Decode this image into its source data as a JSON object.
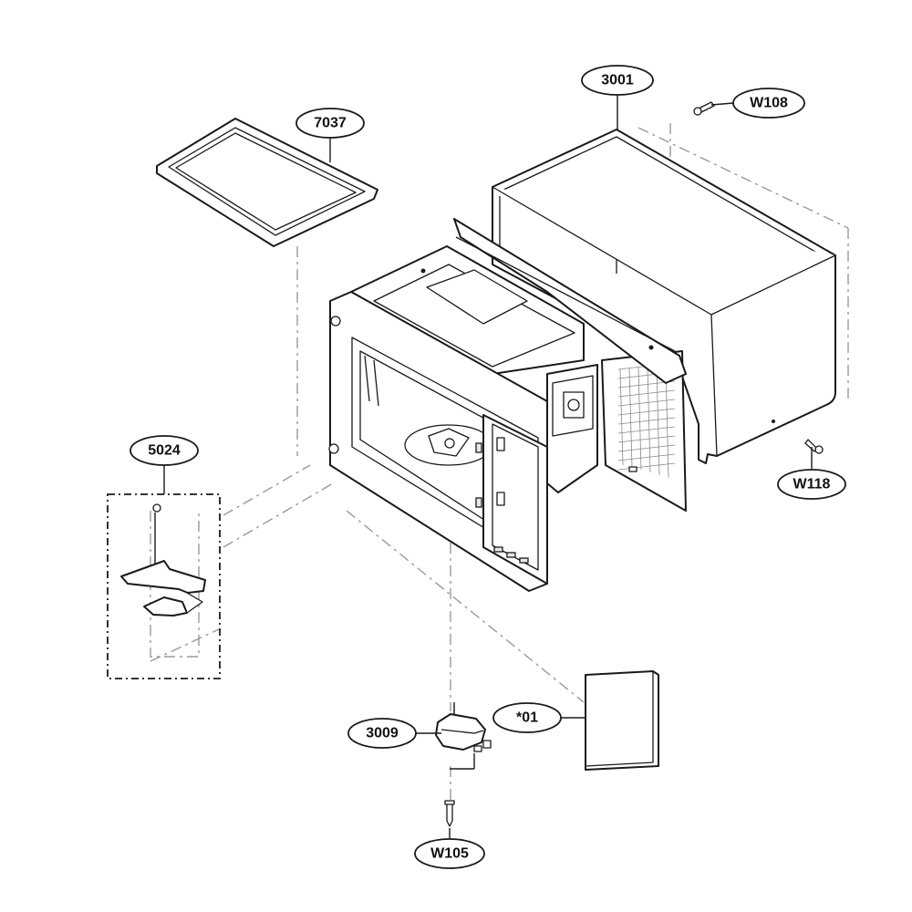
{
  "diagram": {
    "callouts": [
      {
        "id": "3001",
        "label": "3001",
        "part": "outer-cabinet"
      },
      {
        "id": "W108",
        "label": "W108",
        "part": "screw"
      },
      {
        "id": "7037",
        "label": "7037",
        "part": "glass-tray"
      },
      {
        "id": "5024",
        "label": "5024",
        "part": "latch-assembly"
      },
      {
        "id": "W118",
        "label": "W118",
        "part": "screw"
      },
      {
        "id": "3009",
        "label": "3009",
        "part": "turntable-motor"
      },
      {
        "id": "*01",
        "label": "*01",
        "part": "owners-manual"
      },
      {
        "id": "W105",
        "label": "W105",
        "part": "screw"
      }
    ]
  }
}
